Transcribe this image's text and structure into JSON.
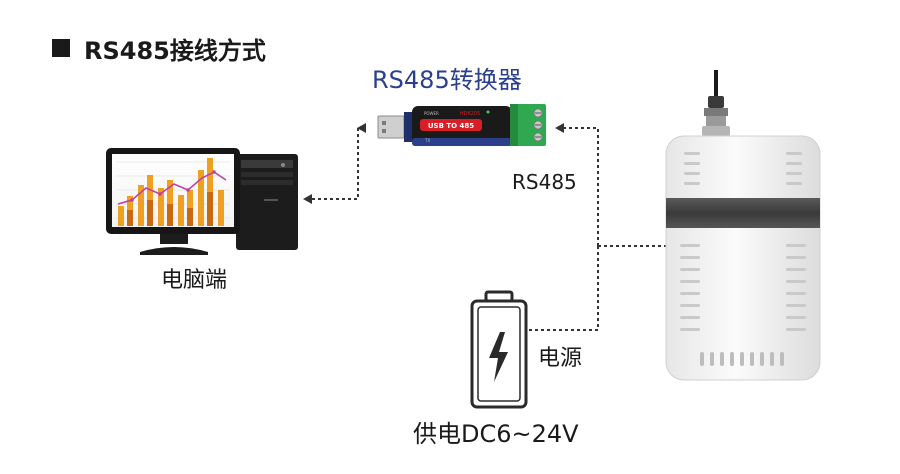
{
  "title": "RS485接线方式",
  "converter": {
    "label": "RS485转换器",
    "device_text": "USB TO 485",
    "model_text": "HD6205",
    "power_text": "POWER",
    "tx_text": "TX"
  },
  "pc_label": "电脑端",
  "rs485_label": "RS485",
  "power_label": "电源",
  "supply_label": "供电DC6~24V",
  "colors": {
    "converter_label": "#2a3f8f",
    "converter_body": "#1a1a1a",
    "converter_accent": "#d61f26",
    "terminal_green": "#2fa84f",
    "bar_orange": "#f0a020",
    "sensor_body": "#f2f2f2",
    "sensor_band": "#4a4a4a",
    "battery_outline": "#2a2a2a",
    "connector_line": "#333333"
  },
  "icons": [
    "square-bullet-icon",
    "computer-icon",
    "usb-converter-icon",
    "battery-icon",
    "sensor-device-icon",
    "arrow-icon"
  ]
}
